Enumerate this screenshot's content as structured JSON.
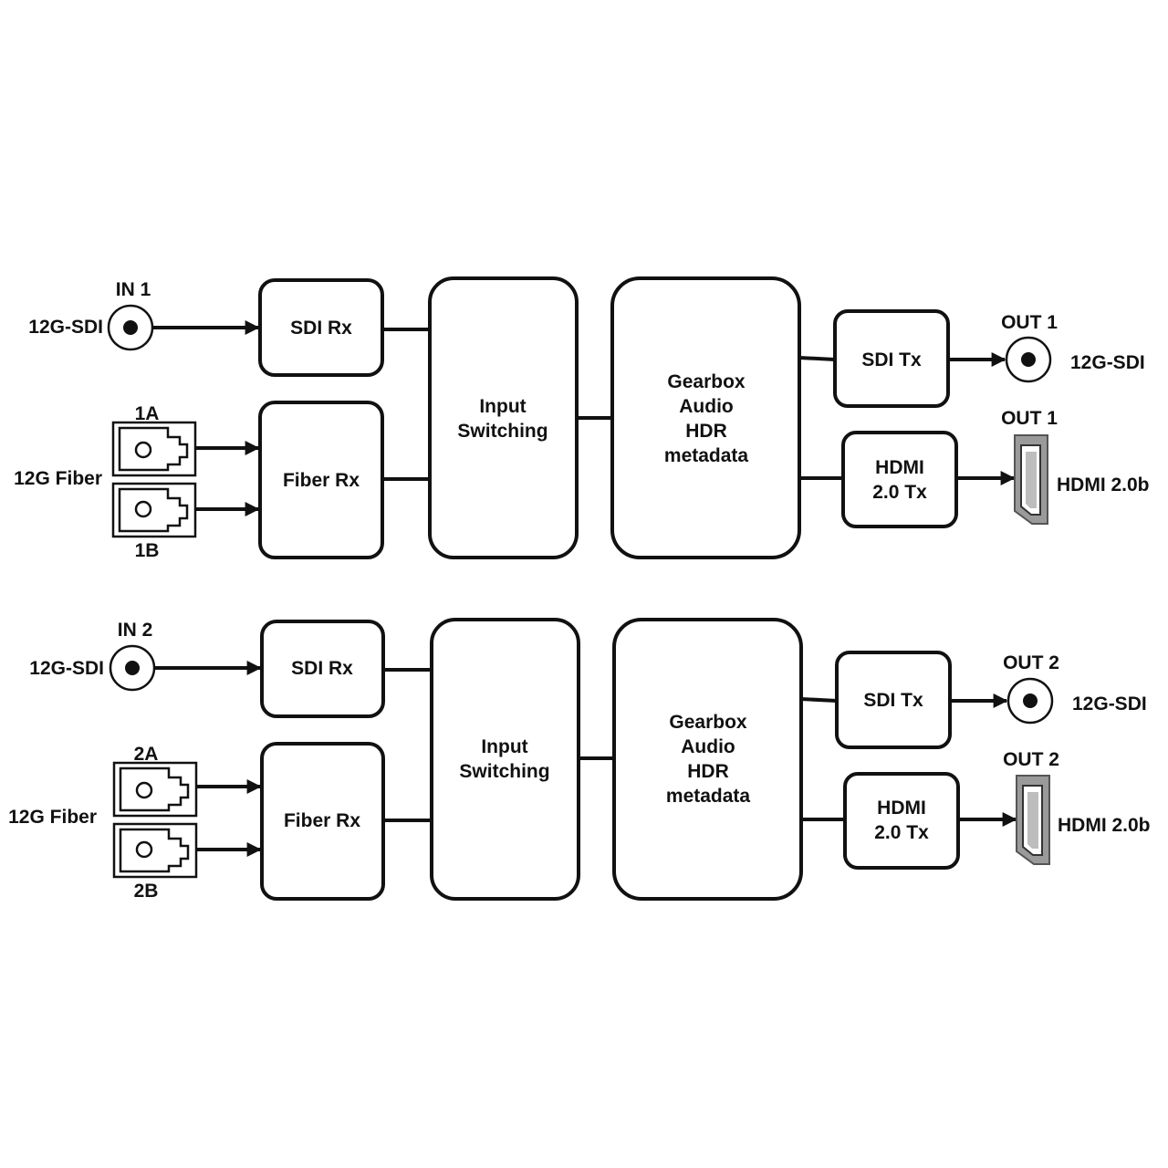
{
  "colors": {
    "stroke": "#111111",
    "background": "#ffffff",
    "hdmi_body": "#9a9a9a"
  },
  "paths": [
    {
      "input_label": "IN 1",
      "sdi_in_label": "12G-SDI",
      "fiber_in_label": "12G Fiber",
      "fiber_a_label": "1A",
      "fiber_b_label": "1B",
      "sdi_rx": "SDI Rx",
      "fiber_rx": "Fiber Rx",
      "switching": [
        "Input",
        "Switching"
      ],
      "processing": [
        "Gearbox",
        "Audio",
        "HDR",
        "metadata"
      ],
      "sdi_tx": "SDI Tx",
      "hdmi_tx": [
        "HDMI",
        "2.0 Tx"
      ],
      "sdi_out_label": "OUT 1",
      "sdi_out_type": "12G-SDI",
      "hdmi_out_label": "OUT 1",
      "hdmi_out_type": "HDMI 2.0b",
      "icons": {
        "sdi_in": "bnc-connector-icon",
        "fiber": "lc-fiber-connector-icon",
        "sdi_out": "bnc-connector-icon",
        "hdmi_out": "hdmi-connector-icon"
      }
    },
    {
      "input_label": "IN 2",
      "sdi_in_label": "12G-SDI",
      "fiber_in_label": "12G Fiber",
      "fiber_a_label": "2A",
      "fiber_b_label": "2B",
      "sdi_rx": "SDI Rx",
      "fiber_rx": "Fiber Rx",
      "switching": [
        "Input",
        "Switching"
      ],
      "processing": [
        "Gearbox",
        "Audio",
        "HDR",
        "metadata"
      ],
      "sdi_tx": "SDI Tx",
      "hdmi_tx": [
        "HDMI",
        "2.0 Tx"
      ],
      "sdi_out_label": "OUT 2",
      "sdi_out_type": "12G-SDI",
      "hdmi_out_label": "OUT 2",
      "hdmi_out_type": "HDMI 2.0b",
      "icons": {
        "sdi_in": "bnc-connector-icon",
        "fiber": "lc-fiber-connector-icon",
        "sdi_out": "bnc-connector-icon",
        "hdmi_out": "hdmi-connector-icon"
      }
    }
  ]
}
